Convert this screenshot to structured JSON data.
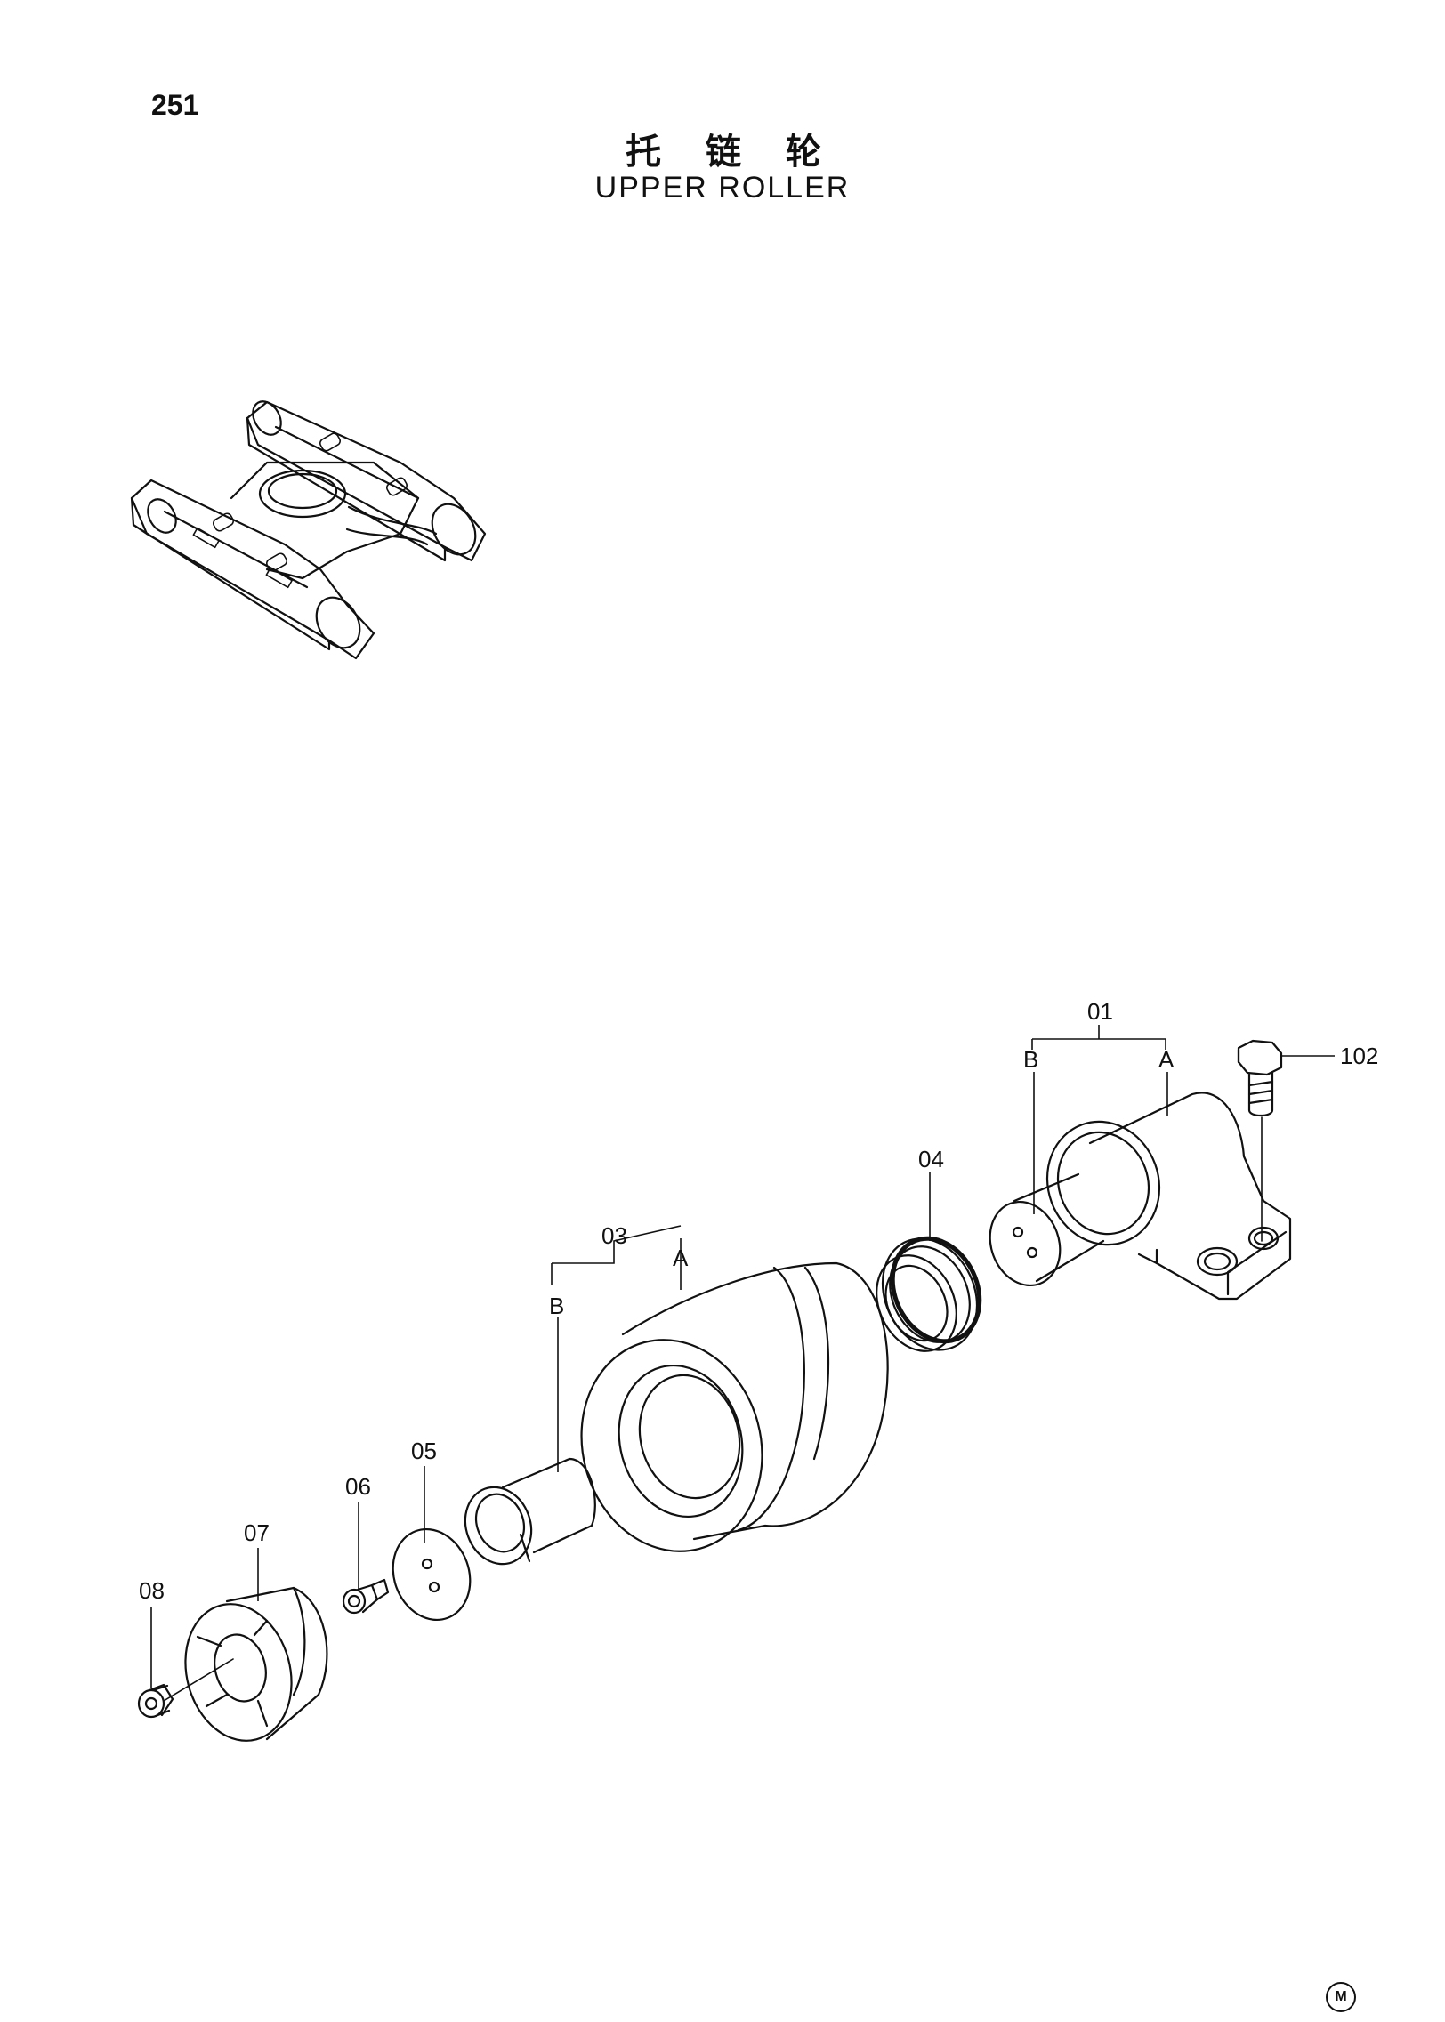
{
  "page": {
    "number": "251"
  },
  "title": {
    "chinese": "托 链 轮",
    "english": "UPPER ROLLER"
  },
  "callouts": {
    "p01": "01",
    "p01_b": "B",
    "p01_a": "A",
    "p102": "102",
    "p04": "04",
    "p03": "03",
    "p03_b": "B",
    "p03_a": "A",
    "p05": "05",
    "p06": "06",
    "p07": "07",
    "p08": "08"
  },
  "footer": {
    "mark": "M"
  }
}
